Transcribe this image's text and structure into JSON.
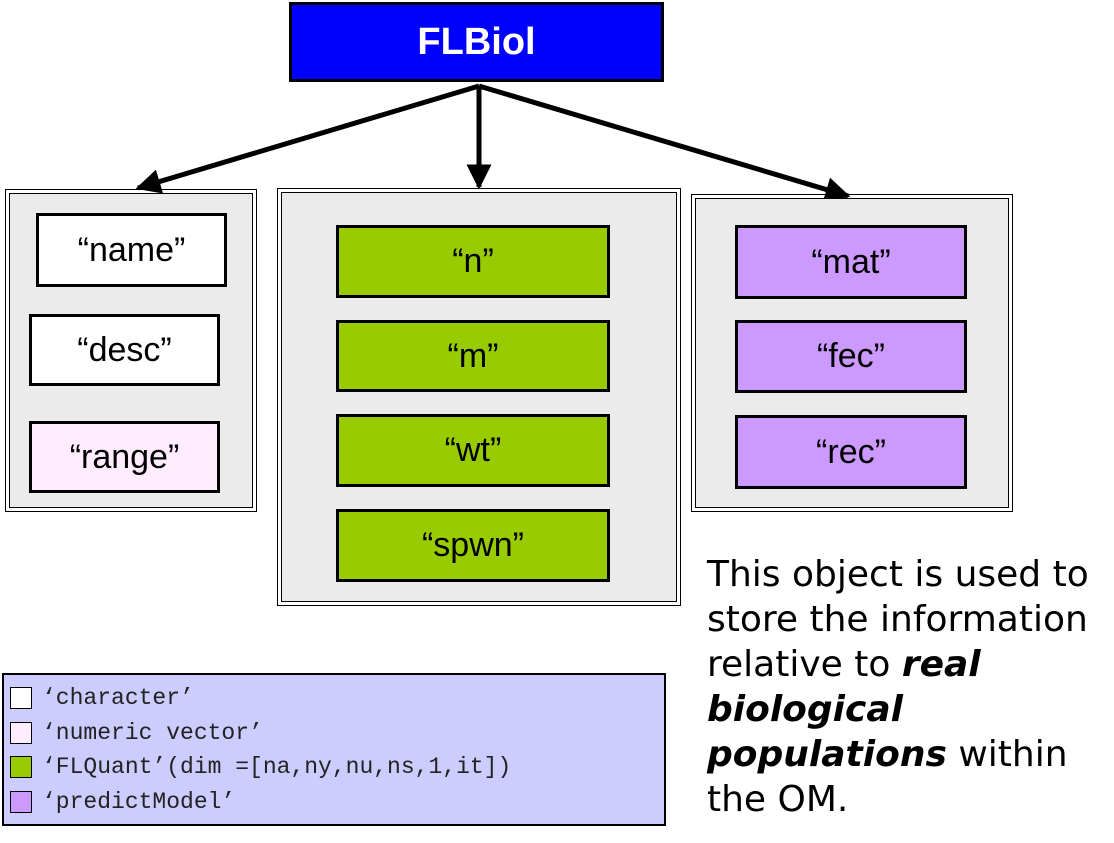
{
  "root": {
    "label": "FLBiol",
    "color": "#0000ff"
  },
  "groups": [
    {
      "slots": [
        {
          "label": "“name”",
          "type": "character"
        },
        {
          "label": "“desc”",
          "type": "character"
        },
        {
          "label": "“range”",
          "type": "numeric"
        }
      ]
    },
    {
      "slots": [
        {
          "label": "“n”",
          "type": "flquant"
        },
        {
          "label": "“m”",
          "type": "flquant"
        },
        {
          "label": "“wt”",
          "type": "flquant"
        },
        {
          "label": "“spwn”",
          "type": "flquant"
        }
      ]
    },
    {
      "slots": [
        {
          "label": "“mat”",
          "type": "predict"
        },
        {
          "label": "“fec”",
          "type": "predict"
        },
        {
          "label": "“rec”",
          "type": "predict"
        }
      ]
    }
  ],
  "legend": {
    "items": [
      {
        "label": "‘character’",
        "color": "#ffffff"
      },
      {
        "label": "‘numeric vector’",
        "color": "#ffecff"
      },
      {
        "label": "‘FLQuant’(dim =[na,ny,nu,ns,1,it])",
        "color": "#99cc00"
      },
      {
        "label": "‘predictModel’",
        "color": "#cc99ff"
      }
    ]
  },
  "note": {
    "part1": "This object is used to store the information relative to ",
    "emphasis": "real biological populations",
    "part2": " within the OM."
  }
}
